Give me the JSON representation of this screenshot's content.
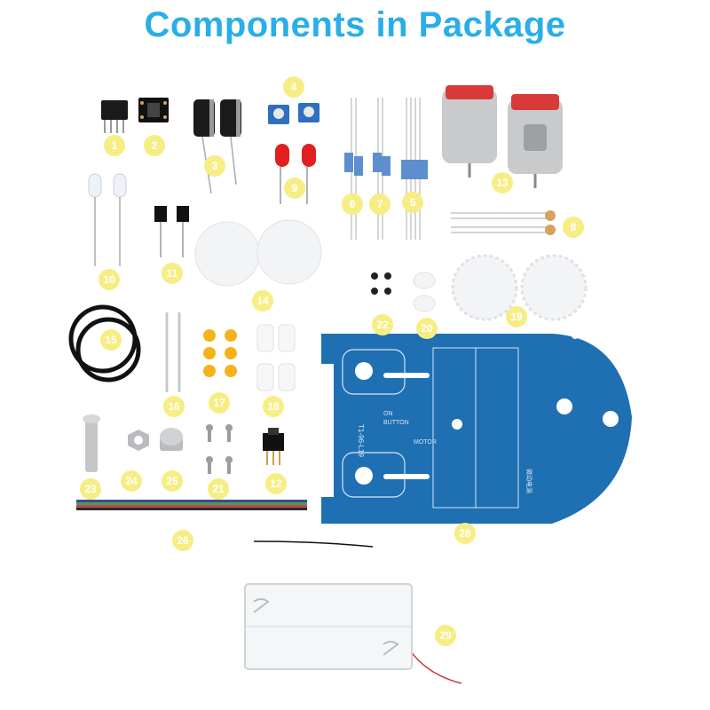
{
  "title": "Components in Package",
  "labels": [
    "1",
    "2",
    "3",
    "4",
    "5",
    "6",
    "7",
    "8",
    "9",
    "10",
    "11",
    "12",
    "13",
    "14",
    "15",
    "16",
    "17",
    "18",
    "19",
    "20",
    "21",
    "22",
    "23",
    "24",
    "25",
    "26",
    "28",
    "29"
  ],
  "board_silkscreen": [
    "T1-96-L19",
    "ON",
    "BUTTON",
    "MOTOR",
    "微动电源"
  ],
  "colors": {
    "title": "#2aaee8",
    "badge": "#f6ee84",
    "pcb": "#1f6fb3",
    "motor_cap": "#d83a3a",
    "led": "#e02020",
    "spacer": "#f5b21a"
  }
}
